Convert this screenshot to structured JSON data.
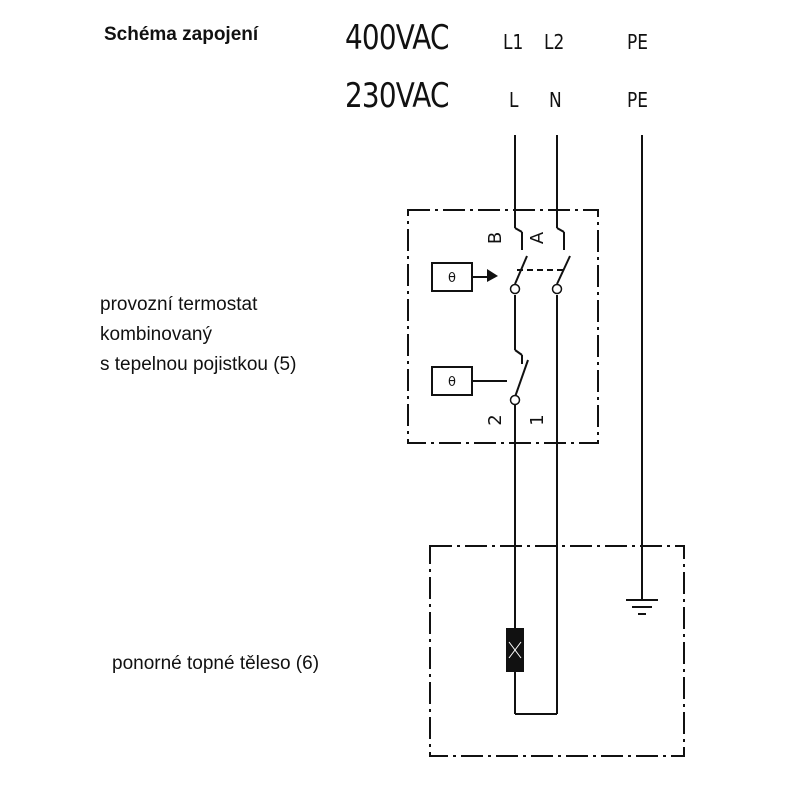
{
  "header": {
    "title": "Schéma zapojení",
    "supply_400": {
      "voltage": "400VAC",
      "t1": "L1",
      "t2": "L2",
      "t3": "PE"
    },
    "supply_230": {
      "voltage": "230VAC",
      "t1": "L",
      "t2": "N",
      "t3": "PE"
    }
  },
  "thermostat": {
    "label_lines": [
      "provozní termostat",
      "kombinovaný",
      "s tepelnou pojistkou (5)"
    ],
    "contact_top_left": "B",
    "contact_top_right": "A",
    "contact_bottom_left": "2",
    "contact_bottom_right": "1",
    "sensor_symbol": "θ"
  },
  "heater": {
    "label": "ponorné topné těleso (6)"
  },
  "colors": {
    "line": "#111111",
    "background": "#ffffff"
  }
}
